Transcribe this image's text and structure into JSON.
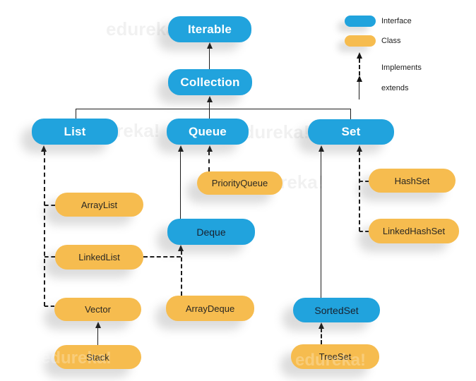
{
  "diagram": {
    "subject": "Java Collections Framework hierarchy",
    "nodes": {
      "iterable": {
        "label": "Iterable",
        "kind": "interface"
      },
      "collection": {
        "label": "Collection",
        "kind": "interface"
      },
      "list": {
        "label": "List",
        "kind": "interface"
      },
      "queue": {
        "label": "Queue",
        "kind": "interface"
      },
      "set": {
        "label": "Set",
        "kind": "interface"
      },
      "priorityqueue": {
        "label": "PriorityQueue",
        "kind": "class"
      },
      "arraylist": {
        "label": "ArrayList",
        "kind": "class"
      },
      "deque": {
        "label": "Deque",
        "kind": "interface"
      },
      "hashset": {
        "label": "HashSet",
        "kind": "class"
      },
      "linkedlist": {
        "label": "LinkedList",
        "kind": "class"
      },
      "linkedhashset": {
        "label": "LinkedHashSet",
        "kind": "class"
      },
      "vector": {
        "label": "Vector",
        "kind": "class"
      },
      "arraydeque": {
        "label": "ArrayDeque",
        "kind": "class"
      },
      "sortedset": {
        "label": "SortedSet",
        "kind": "interface"
      },
      "stack": {
        "label": "Stack",
        "kind": "class"
      },
      "treeset": {
        "label": "TreeSet",
        "kind": "class"
      }
    },
    "edges": [
      {
        "from": "Collection",
        "to": "Iterable",
        "relation": "extends"
      },
      {
        "from": "List",
        "to": "Collection",
        "relation": "extends"
      },
      {
        "from": "Queue",
        "to": "Collection",
        "relation": "extends"
      },
      {
        "from": "Set",
        "to": "Collection",
        "relation": "extends"
      },
      {
        "from": "Deque",
        "to": "Queue",
        "relation": "extends"
      },
      {
        "from": "SortedSet",
        "to": "Set",
        "relation": "extends"
      },
      {
        "from": "Stack",
        "to": "Vector",
        "relation": "extends"
      },
      {
        "from": "PriorityQueue",
        "to": "Queue",
        "relation": "implements"
      },
      {
        "from": "ArrayList",
        "to": "List",
        "relation": "implements"
      },
      {
        "from": "LinkedList",
        "to": "List",
        "relation": "implements"
      },
      {
        "from": "Vector",
        "to": "List",
        "relation": "implements"
      },
      {
        "from": "LinkedList",
        "to": "Deque",
        "relation": "implements"
      },
      {
        "from": "ArrayDeque",
        "to": "Deque",
        "relation": "implements"
      },
      {
        "from": "HashSet",
        "to": "Set",
        "relation": "implements"
      },
      {
        "from": "LinkedHashSet",
        "to": "Set",
        "relation": "implements"
      },
      {
        "from": "TreeSet",
        "to": "SortedSet",
        "relation": "implements"
      }
    ]
  },
  "legend": {
    "items": [
      {
        "label": "Interface",
        "marker": "blue-pill"
      },
      {
        "label": "Class",
        "marker": "orange-pill"
      },
      {
        "label": "Implements",
        "marker": "dashed-up-arrow"
      },
      {
        "label": "extends",
        "marker": "solid-up-arrow"
      }
    ]
  },
  "colors": {
    "interface_fill": "#21A3DD",
    "class_fill": "#F6BC4F",
    "line": "#1c1c1c",
    "interface_top_text": "#ffffff",
    "node_dark_text": "#19212e"
  },
  "watermark": {
    "text": "edureka!"
  }
}
